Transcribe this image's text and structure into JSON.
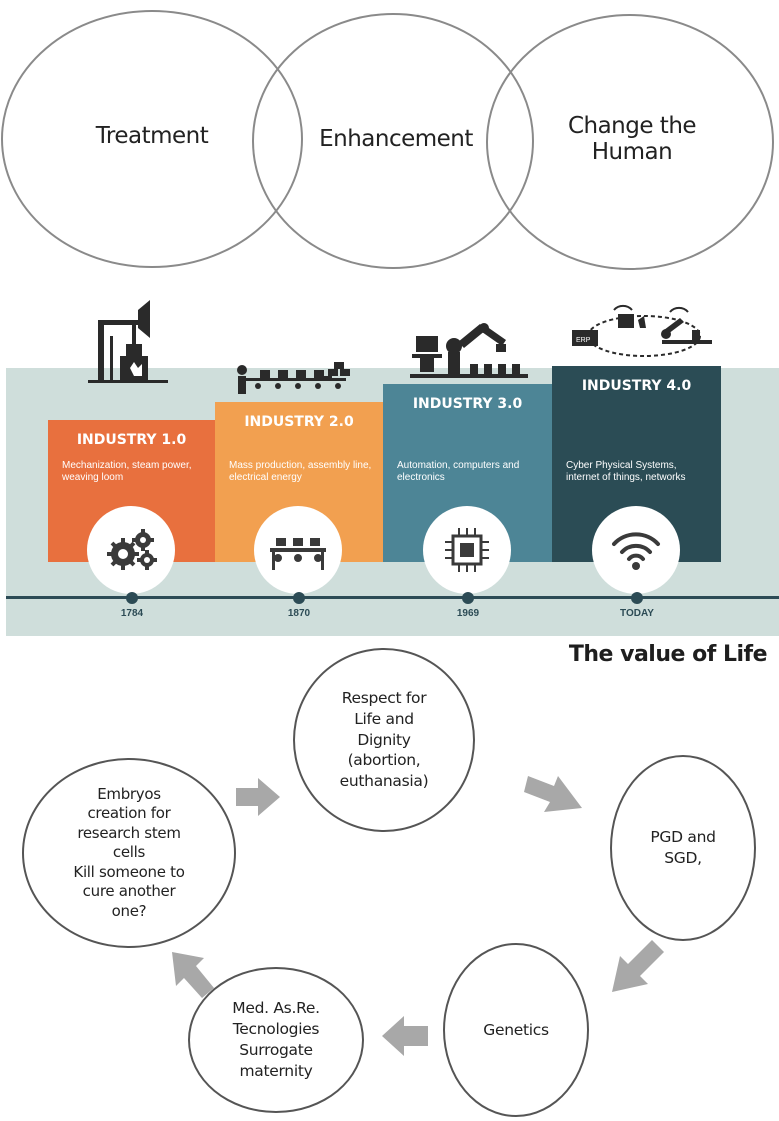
{
  "venn": {
    "labels": [
      "Treatment",
      "Enhancement",
      "Change the Human"
    ]
  },
  "industry": {
    "stages": [
      {
        "title": "INDUSTRY 1.0",
        "desc": "Mechanization, steam power, weaving loom",
        "year": "1784",
        "color": "#e8703e",
        "icon": "gears-icon"
      },
      {
        "title": "INDUSTRY 2.0",
        "desc": "Mass production, assembly line, electrical energy",
        "year": "1870",
        "color": "#f2a050",
        "icon": "conveyor-icon"
      },
      {
        "title": "INDUSTRY 3.0",
        "desc": "Automation, computers and electronics",
        "year": "1969",
        "color": "#4d8596",
        "icon": "chip-icon"
      },
      {
        "title": "INDUSTRY 4.0",
        "desc": "Cyber Physical Systems, internet of things, networks",
        "year": "TODAY",
        "color": "#2b4c55",
        "icon": "wifi-icon"
      }
    ],
    "erp_label": "ERP"
  },
  "cycle": {
    "title": "The value of Life",
    "nodes": [
      {
        "text": "Respect for\nLife and\nDignity\n(abortion,\neuthanasia)"
      },
      {
        "text": "PGD  and\nSGD,"
      },
      {
        "text": "Genetics"
      },
      {
        "text": "Med. As.Re.\nTecnologies\nSurrogate\nmaternity"
      },
      {
        "text": "Embryos\ncreation for\nresearch stem\ncells\nKill someone to\ncure another\none?"
      }
    ]
  }
}
